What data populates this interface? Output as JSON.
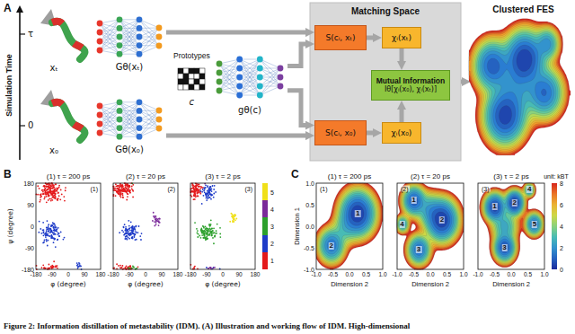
{
  "diagram": {
    "caption": "Figure 2: Information distillation of metastability (IDM). (A) Illustration and working flow of IDM. High-dimensional",
    "nodes": [
      {
        "text": [
          "Gθ(xₜ)"
        ]
      },
      {
        "text": [
          "Prototypes",
          "c"
        ]
      },
      {
        "text": [
          "gθ(c)"
        ]
      },
      {
        "text": [
          "Gθ(x₀)"
        ]
      },
      {
        "text": [
          "Matching Space"
        ]
      },
      {
        "text": [
          "S(cᵢ, xₜ)"
        ],
        "in": 4
      },
      {
        "text": [
          "χᵢ(xₜ)"
        ],
        "in": 4
      },
      {
        "text": [
          "Mutual Information",
          "Iθ[χᵢ(x₀), χᵢ(xₜ)]"
        ],
        "in": 4
      },
      {
        "text": [
          "S(cᵢ, x₀)"
        ],
        "in": 4
      },
      {
        "text": [
          "χᵢ(x₀)"
        ],
        "in": 4
      },
      {
        "text": [
          "Clustered FES"
        ]
      }
    ],
    "edges": [
      {
        "from": 0,
        "to": 5,
        "arrow": "to"
      },
      {
        "from": 2,
        "to": 5,
        "arrow": "to"
      },
      {
        "from": 2,
        "to": 8,
        "arrow": "to"
      },
      {
        "from": 3,
        "to": 8,
        "arrow": "to"
      },
      {
        "from": 5,
        "to": 6,
        "arrow": "to"
      },
      {
        "from": 8,
        "to": 9,
        "arrow": "to"
      },
      {
        "from": 6,
        "to": 7,
        "arrow": "to"
      },
      {
        "from": 9,
        "to": 7,
        "arrow": "to"
      },
      {
        "from": 4,
        "to": 10,
        "arrow": "to"
      }
    ],
    "labels": [
      "A",
      "Simulation Time",
      "τ",
      "0",
      "xₜ",
      "x₀",
      "B",
      "(1) τ = 200 ps",
      "(2) τ = 20 ps",
      "(3) τ = 2 ps",
      "(1)",
      "(2)",
      "(3)",
      "180",
      "90",
      "0",
      "-90",
      "-180",
      "-180",
      "-90",
      "0",
      "90",
      "180",
      "-180",
      "-90",
      "0",
      "90",
      "180",
      "-180",
      "-90",
      "0",
      "90",
      "180",
      "φ (degree)",
      "φ (degree)",
      "φ (degree)",
      "ψ (degree)",
      "C",
      "(1) τ = 200 ps",
      "(2) τ = 20 ps",
      "(3) τ = 2 ps",
      "(1)",
      "(2)",
      "(3)",
      "1.0",
      "0.5",
      "0.0",
      "-0.5",
      "-1.0",
      "-1.0",
      "-0.5",
      "0.0",
      "0.5",
      "1.0",
      "-1.0",
      "-0.5",
      "0.0",
      "0.5",
      "1.0",
      "-1.0",
      "-0.5",
      "0.0",
      "0.5",
      "1.0",
      "Dimension 2",
      "Dimension 2",
      "Dimension 2",
      "Dimension 1",
      "unit: kBT",
      "0",
      "2",
      "4",
      "6",
      "8",
      "1",
      "2",
      "1",
      "2",
      "3",
      "4",
      "1",
      "2",
      "3",
      "4",
      "5"
    ],
    "legend": [
      {
        "text": "5",
        "color": "#f0e01a"
      },
      {
        "text": "4",
        "color": "#7b2a9a"
      },
      {
        "text": "3",
        "color": "#2ca02c"
      },
      {
        "text": "2",
        "color": "#1f3cc8"
      },
      {
        "text": "1",
        "color": "#e41a1c"
      }
    ]
  }
}
